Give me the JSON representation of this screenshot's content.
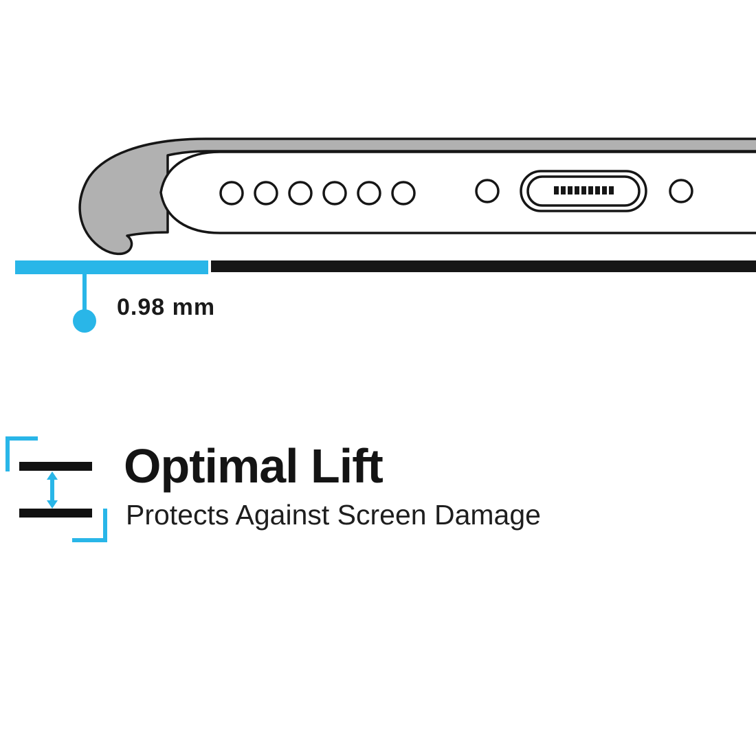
{
  "colors": {
    "accent_cyan": "#29b6e8",
    "case_gray": "#b1b1b1",
    "outline": "#161616",
    "text": "#1a1a1a"
  },
  "illustration": {
    "name": "phone-bottom-edge-in-case-lift-diagram",
    "speaker_hole_count": 6,
    "port_pin_count": 9,
    "measurement": {
      "label": "0.98 mm"
    }
  },
  "feature": {
    "icon": "lift-gap-icon",
    "title": "Optimal Lift",
    "subtitle": "Protects Against Screen Damage"
  }
}
